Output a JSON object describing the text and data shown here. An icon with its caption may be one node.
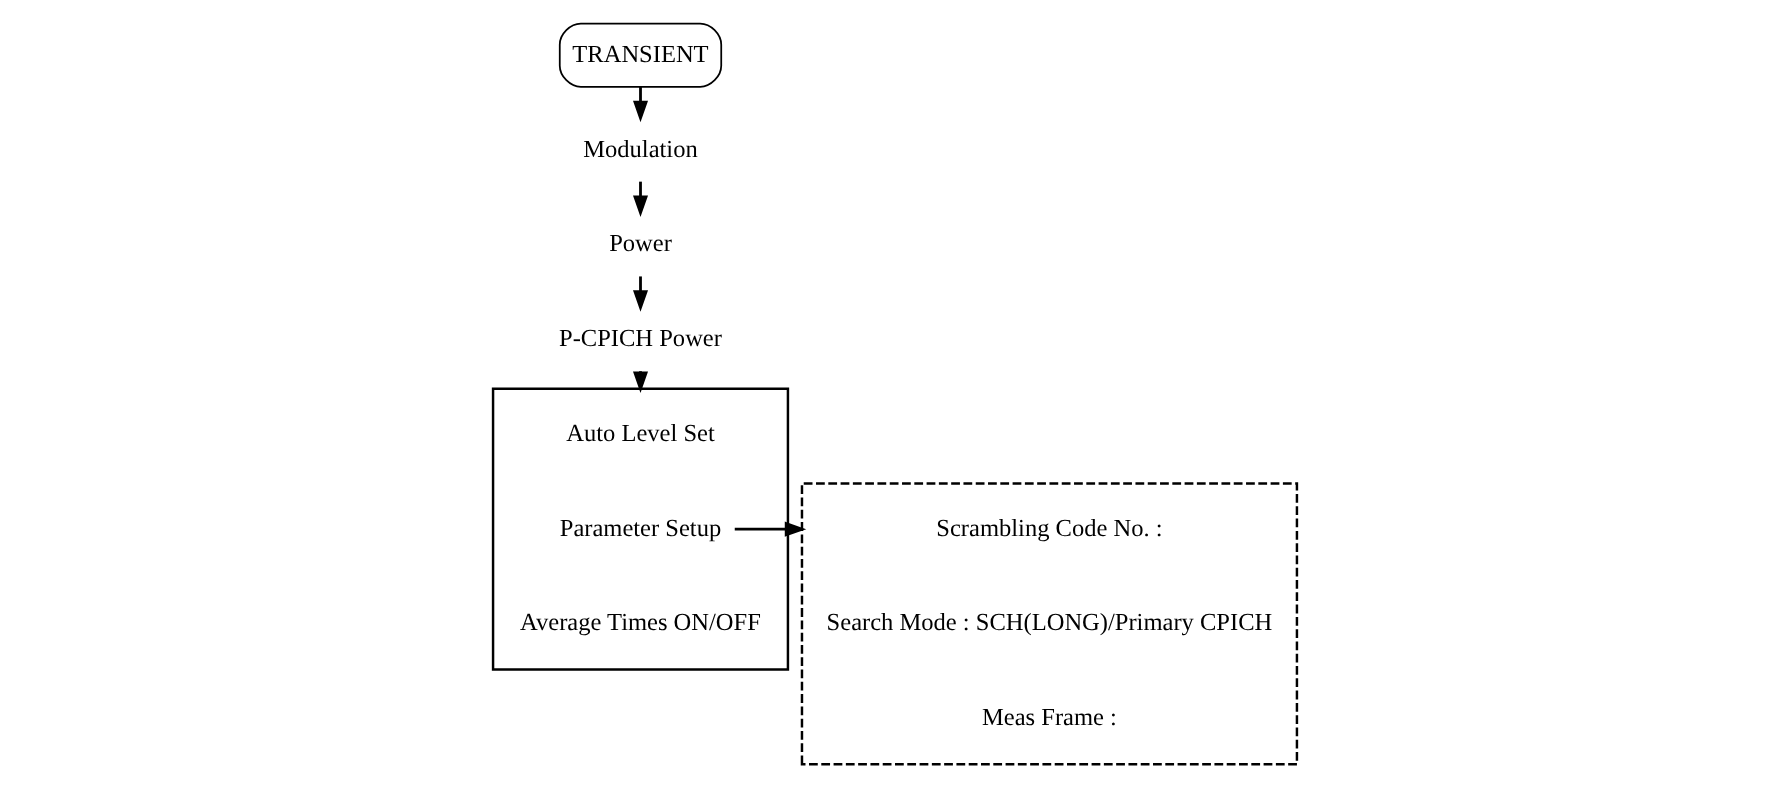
{
  "diagram": {
    "nodes": [
      {
        "text": [
          "TRANSIENT"
        ]
      },
      {
        "text": [
          "Modulation"
        ]
      },
      {
        "text": [
          "Power"
        ]
      },
      {
        "text": [
          "P-CPICH Power"
        ]
      },
      {
        "text": [],
        "shape": "bracket"
      },
      {
        "text": [
          "Auto Level Set"
        ],
        "in": 4
      },
      {
        "text": [
          "Parameter Setup"
        ],
        "in": 4
      },
      {
        "text": [
          "Average Times ON/OFF"
        ],
        "in": 4
      },
      {
        "text": [],
        "shape": "box"
      },
      {
        "text": [
          "Scrambling Code No. :"
        ],
        "in": 8
      },
      {
        "text": [
          "Search Mode : SCH(LONG)/Primary CPICH"
        ],
        "in": 8
      },
      {
        "text": [
          "Meas Frame :"
        ],
        "in": 8
      }
    ],
    "edges": [
      {
        "from": 0,
        "to": 1,
        "arrow": "to"
      },
      {
        "from": 1,
        "to": 2,
        "arrow": "to"
      },
      {
        "from": 2,
        "to": 3,
        "arrow": "to"
      },
      {
        "from": 3,
        "to": 4,
        "arrow": "to"
      },
      {
        "from": 6,
        "to": 8,
        "arrow": "to"
      }
    ]
  }
}
